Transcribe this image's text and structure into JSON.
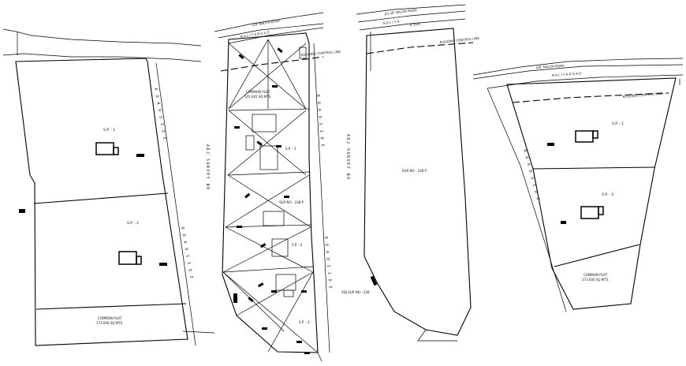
{
  "sheet1": {
    "plot1": "S.P. - 1",
    "plot2": "S.P. - 2",
    "common_plot": "COMMON PLOT",
    "common_area": "173.600 SQ.MTS.",
    "side_label": "R O A D  S I D E"
  },
  "sheet2": {
    "road": "LDF NALIYA ROAD",
    "road_band": "N A L I Y A   R O A D",
    "control_line": "BUILDING CONTROL LINE",
    "common_plot": "COMMON PLOT",
    "common_area": "141.601 SQ.MTS.",
    "sp1": "S.P. - 1",
    "survey": "SUR NO - 228 P",
    "sp2": "S.P. - 2",
    "sp3": "S.P. - 3",
    "left_note": "ADJ SURVEY NO",
    "right_note": "R O A D S I D E"
  },
  "sheet3": {
    "road": "JCL OF NALIYA ROAD",
    "road_band": "N A L I Y A",
    "road_sub": "B SIDE",
    "control_line": "BUILDING CONTROL LINE",
    "survey": "SUR NO - 228 P",
    "left_note": "ADJ SURVEY NO",
    "bottom_note": "ADJ SUR NO - 228"
  },
  "sheet4": {
    "road": "LDF NALIYA ROAD",
    "road_band": "N A L I Y A   R O A D",
    "control_line": "BUILDING CONTROL LINE",
    "plot1": "S.P. - 1",
    "plot2": "S.P. - 2",
    "common_plot": "COMMON PLOT",
    "common_area": "173.600 SQ.MTS.",
    "side_label": "R O A D  S I D E"
  }
}
